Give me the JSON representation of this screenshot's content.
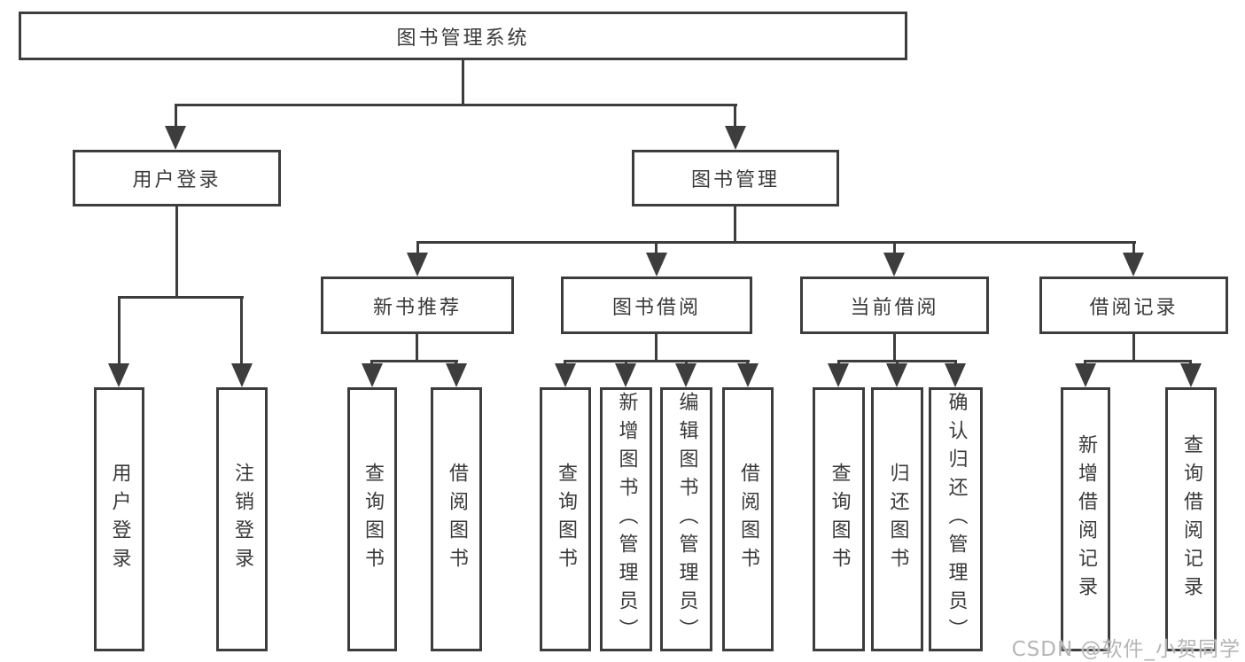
{
  "diagram": {
    "root": {
      "label": "图书管理系统"
    },
    "level2": [
      {
        "label": "用户登录"
      },
      {
        "label": "图书管理"
      }
    ],
    "level3": [
      {
        "label": "新书推荐"
      },
      {
        "label": "图书借阅"
      },
      {
        "label": "当前借阅"
      },
      {
        "label": "借阅记录"
      }
    ],
    "leaves": [
      {
        "label": "用户登录"
      },
      {
        "label": "注销登录"
      },
      {
        "label": "查询图书"
      },
      {
        "label": "借阅图书"
      },
      {
        "label": "查询图书"
      },
      {
        "label": "新增图书（管理员）"
      },
      {
        "label": "编辑图书（管理员）"
      },
      {
        "label": "借阅图书"
      },
      {
        "label": "查询图书"
      },
      {
        "label": "归还图书"
      },
      {
        "label": "确认归还（管理员）"
      },
      {
        "label": "新增借阅记录"
      },
      {
        "label": "查询借阅记录"
      }
    ]
  },
  "watermark": {
    "text": "CSDN @软件_小贺同学"
  },
  "colors": {
    "line": "#3d3d3d",
    "text": "#3a3a3a",
    "watermark": "#b6b6b6",
    "background": "#ffffff"
  }
}
